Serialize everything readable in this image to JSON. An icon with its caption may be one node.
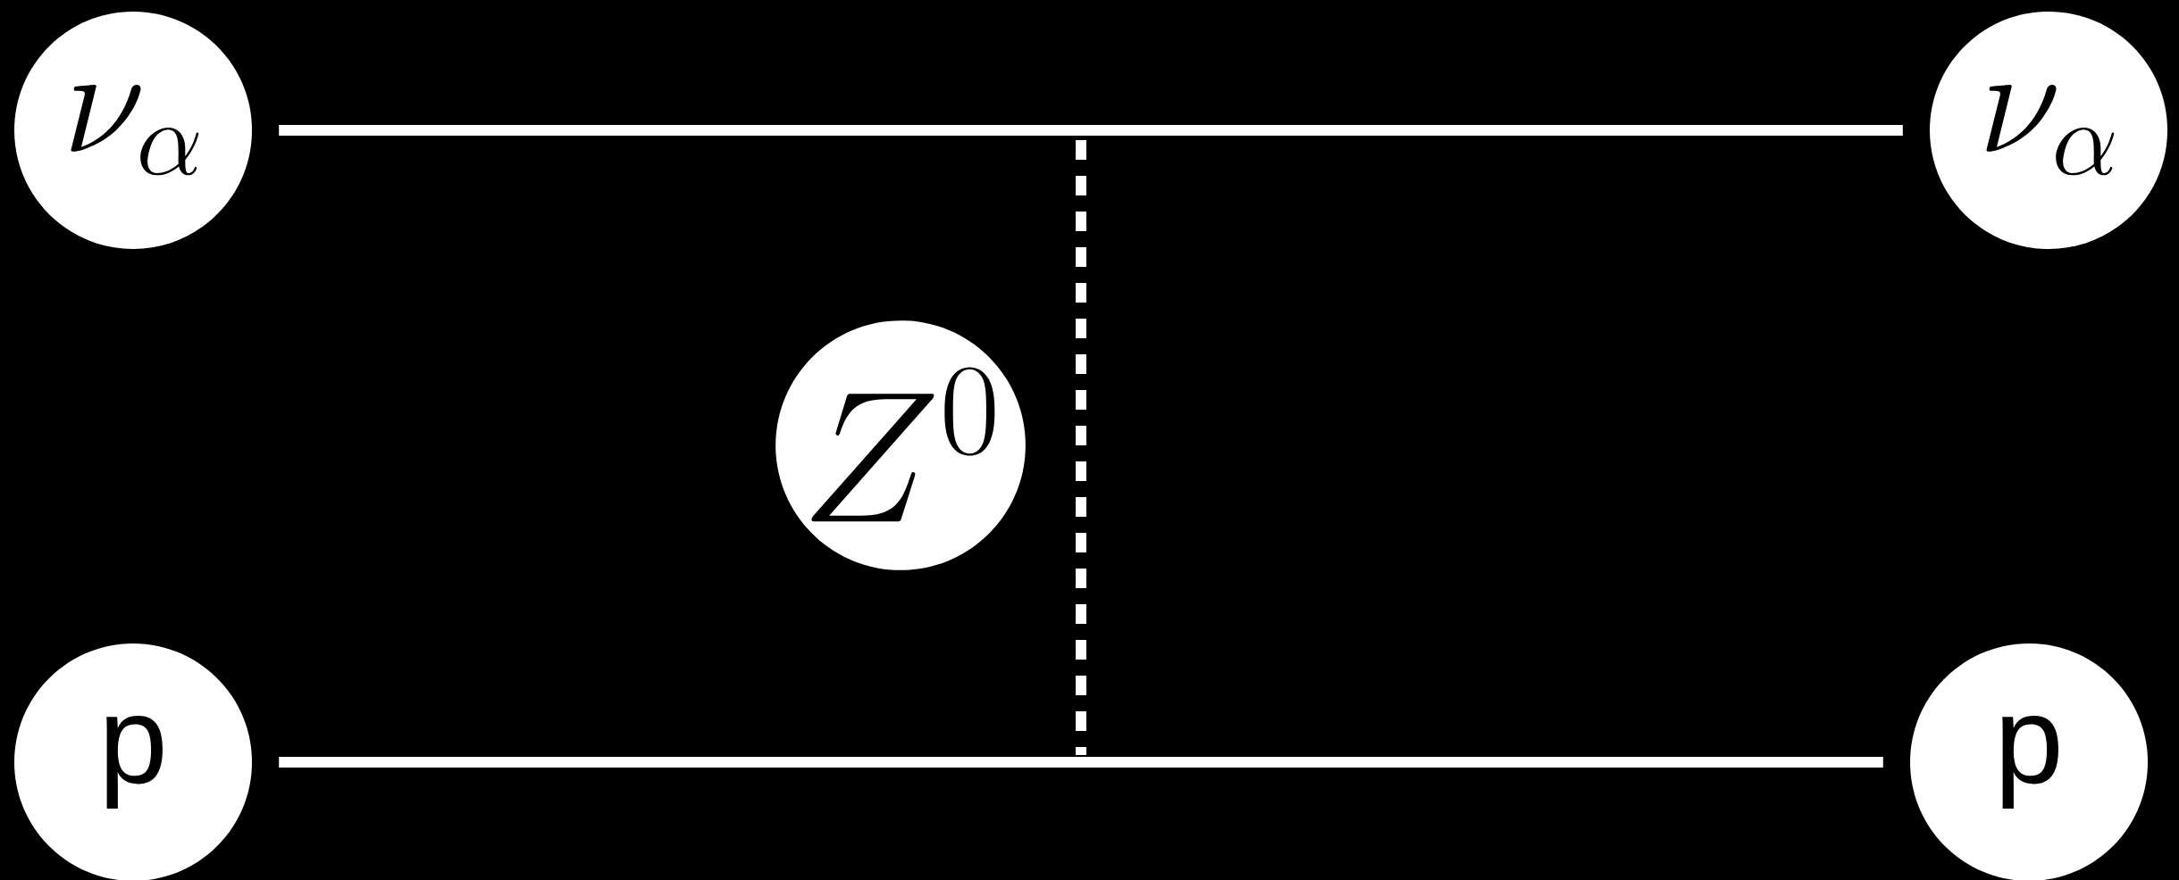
{
  "diagram": {
    "nodes": [
      {
        "text": [
          "\\nu_{\\alpha}"
        ]
      },
      {
        "text": [
          "\\nu_{\\alpha}"
        ]
      },
      {
        "text": [
          "Z^{0}"
        ]
      },
      {
        "text": [
          "p"
        ]
      },
      {
        "text": [
          "p"
        ]
      }
    ],
    "edges": [
      {
        "from": 0,
        "to": 1,
        "arrow": "none"
      },
      {
        "from": 3,
        "to": 4,
        "arrow": "none"
      }
    ]
  }
}
